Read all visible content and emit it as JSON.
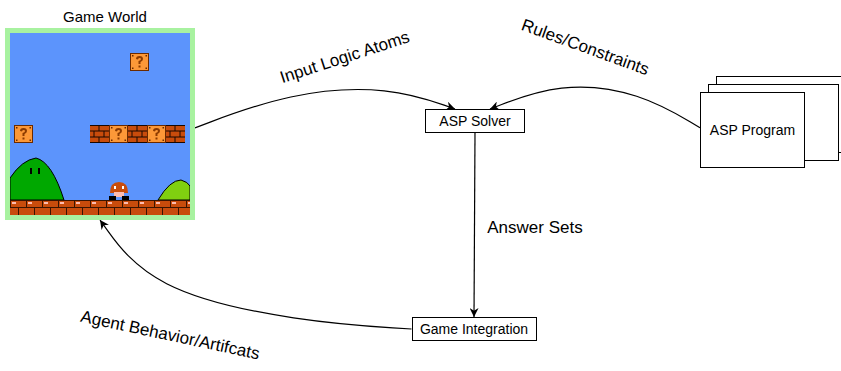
{
  "diagram": {
    "nodes": [
      {
        "text": [
          "Game World"
        ]
      },
      {
        "text": [
          "ASP Solver"
        ]
      },
      {
        "text": [
          "ASP Program"
        ]
      },
      {
        "text": [
          "Game Integration"
        ]
      }
    ],
    "edges": [
      {
        "from": 0,
        "to": 1,
        "label": "Input Logic Atoms",
        "arrow": "to"
      },
      {
        "from": 2,
        "to": 1,
        "label": "Rules/Constraints",
        "arrow": "to"
      },
      {
        "from": 1,
        "to": 3,
        "label": "Answer Sets",
        "arrow": "to"
      },
      {
        "from": 3,
        "to": 0,
        "label": "Agent Behavior/Artifcats",
        "arrow": "to"
      }
    ]
  }
}
